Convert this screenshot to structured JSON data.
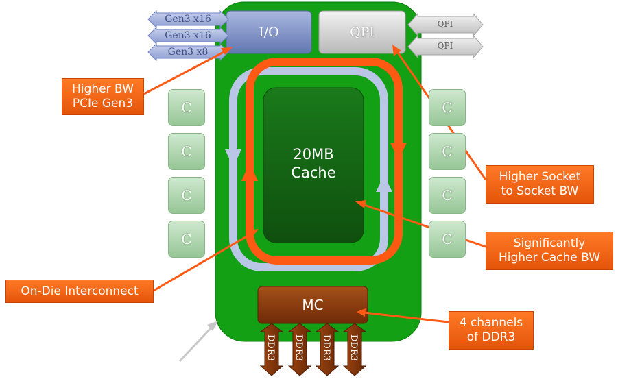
{
  "io": {
    "label": "I/O",
    "links": [
      "Gen3 x16",
      "Gen3 x16",
      "Gen3 x8"
    ]
  },
  "qpi": {
    "label": "QPI",
    "links": [
      "QPI",
      "QPI"
    ]
  },
  "cache": {
    "line1": "20MB",
    "line2": "Cache"
  },
  "cores": {
    "label": "C"
  },
  "mc": {
    "label": "MC",
    "channels": [
      "DDR3",
      "DDR3",
      "DDR3",
      "DDR3"
    ]
  },
  "callouts": {
    "pcie": [
      "Higher BW",
      "PCIe Gen3"
    ],
    "socket": [
      "Higher Socket",
      "to Socket BW"
    ],
    "cache_bw": [
      "Significantly",
      "Higher Cache BW"
    ],
    "interconnect": "On-Die Interconnect",
    "ddr": [
      "4 channels",
      "of DDR3"
    ]
  },
  "colors": {
    "die": "#14a014",
    "io_block": "#7f92c4",
    "qpi_block": "#cfcfcf",
    "cache": "#1c6a1c",
    "ring_blue": "#b9c6e6",
    "ring_orange": "#ff5a14",
    "mc": "#8a3a0a",
    "callout": "#f26a1b"
  }
}
